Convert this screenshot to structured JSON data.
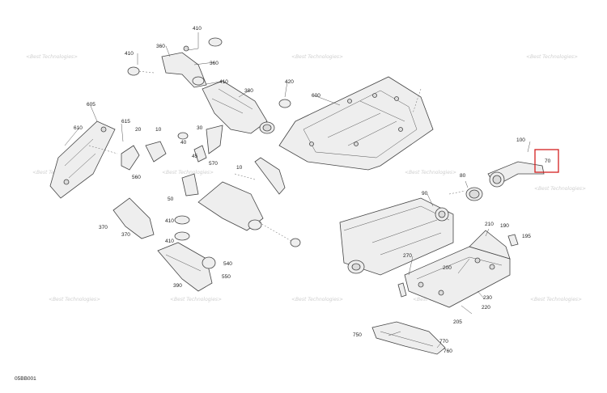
{
  "diagram": {
    "reference_code": "05BB001",
    "watermark_text": "<Best Technologies>",
    "highlight_color": "#d42020",
    "highlighted_label": "70",
    "labels": [
      "410",
      "360",
      "410",
      "360",
      "410",
      "380",
      "420",
      "600",
      "605",
      "615",
      "20",
      "10",
      "610",
      "30",
      "40",
      "45",
      "570",
      "10",
      "560",
      "100",
      "70",
      "80",
      "90",
      "50",
      "370",
      "410",
      "370",
      "410",
      "540",
      "550",
      "390",
      "210",
      "190",
      "195",
      "270",
      "200",
      "230",
      "220",
      "205",
      "750",
      "770",
      "760"
    ]
  }
}
